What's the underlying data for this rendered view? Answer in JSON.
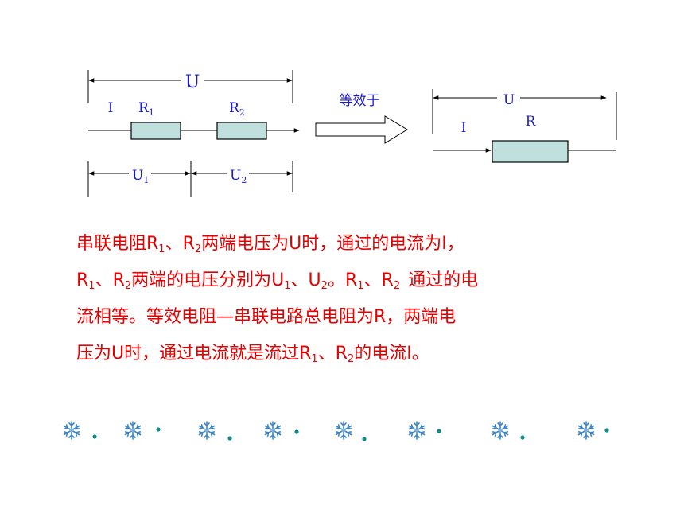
{
  "diagram": {
    "series_circuit": {
      "total_voltage": "U",
      "current": "I",
      "r1_label": "R",
      "r1_sub": "1",
      "r2_label": "R",
      "r2_sub": "2",
      "u1_label": "U",
      "u1_sub": "1",
      "u2_label": "U",
      "u2_sub": "2"
    },
    "equivalence_label": "等效于",
    "equivalent_circuit": {
      "total_voltage": "U",
      "current": "I",
      "resistor_label": "R"
    },
    "colors": {
      "line": "#000000",
      "label": "#1a1acc",
      "resistor_fill": "#bfe0dc"
    }
  },
  "description": {
    "l1_a": "串联电阻R",
    "l1_s1": "1",
    "l1_b": "、R",
    "l1_s2": "2",
    "l1_c": "两端电压为U时，通过的电流为I，",
    "l2_a": "R",
    "l2_s1": "1",
    "l2_b": "、R",
    "l2_s2": "2",
    "l2_c": "两端的电压分别为U",
    "l2_s3": "1",
    "l2_d": "、U",
    "l2_s4": "2",
    "l2_e": "。R",
    "l2_s5": "1",
    "l2_f": "、R",
    "l2_s6": "2",
    "l2_g": "通过的电",
    "l3": "流相等。等效电阻—串联电路总电阻为R，两端电",
    "l4_a": "压为U时，通过电流就是流过R",
    "l4_s1": "1",
    "l4_b": "、R",
    "l4_s2": "2",
    "l4_c": "的电流I。",
    "color": "#e60000"
  },
  "decoration": {
    "snowflake_count": 8,
    "snowflake_color": "#3f86c8",
    "dot_color": "#138a8a"
  }
}
